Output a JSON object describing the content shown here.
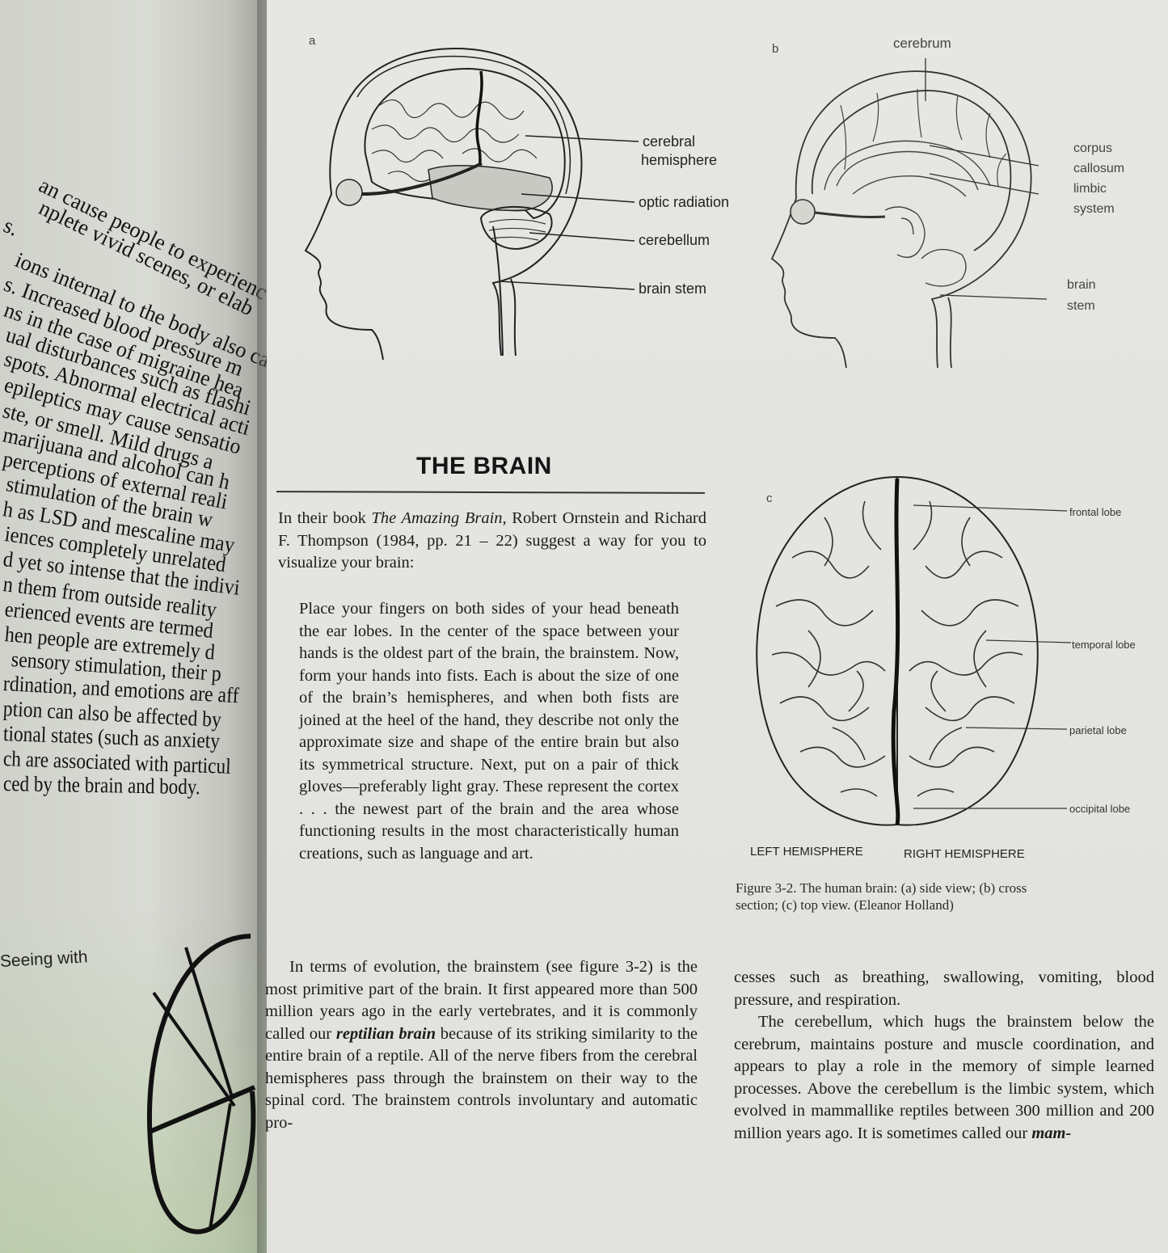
{
  "left_page": {
    "lines": [
      "an cause people to experienc",
      "nplete vivid scenes, or elab",
      "s.",
      "ions internal to the body also ca",
      "s. Increased blood pressure m",
      "ns in the case of migraine hea",
      "ual disturbances such as flashi",
      "spots. Abnormal electrical acti",
      "epileptics may cause sensatio",
      "ste, or smell. Mild drugs a",
      "marijuana and alcohol can h",
      "perceptions of external reali",
      "stimulation of the brain w",
      "h as LSD and mescaline may",
      "iences completely unrelated",
      "d yet so intense that the indivi",
      "n them from outside reality",
      "erienced events are termed",
      "hen people are extremely d",
      "sensory stimulation, their p",
      "rdination, and emotions are aff",
      "ption can also be affected by",
      "tional states (such as anxiety",
      "ch are associated with particul",
      "ced by the brain and body."
    ],
    "caption": "Seeing with",
    "icon": "circle-pie-icon"
  },
  "figure": {
    "a": {
      "letter": "a",
      "labels": [
        "cerebral",
        "hemisphere",
        "optic radiation",
        "cerebellum",
        "brain stem"
      ]
    },
    "b": {
      "letter": "b",
      "labels": [
        "cerebrum",
        "corpus",
        "callosum",
        "limbic",
        "system",
        "brain",
        "stem"
      ]
    },
    "c": {
      "letter": "c",
      "labels": [
        "frontal lobe",
        "temporal lobe",
        "parietal lobe",
        "occipital lobe"
      ],
      "left_hemisphere": "LEFT HEMISPHERE",
      "right_hemisphere": "RIGHT HEMISPHERE"
    },
    "caption_line1": "Figure 3-2. The human brain: (a) side view; (b) cross",
    "caption_line2": "section; (c) top view. (Eleanor Holland)"
  },
  "section": {
    "title": "THE BRAIN",
    "intro_a": "In their book ",
    "intro_book": "The Amazing Brain",
    "intro_b": ", Robert Ornstein and Richard F. Thompson (1984, pp. 21 – 22) suggest a way for you to visualize your brain:",
    "quote": "Place your fingers on both sides of your head beneath the ear lobes. In the center of the space between your hands is the oldest part of the brain, the brainstem. Now, form your hands into fists. Each is about the size of one of the brain’s hemispheres, and when both fists are joined at the heel of the hand, they describe not only the approximate size and shape of the entire brain but also its symmetrical structure. Next, put on a pair of thick gloves—preferably light gray. These represent the cortex . . . the newest part of the brain and the area whose functioning results in the most characteristically human creations, such as language and art.",
    "col1_a": "In terms of evolution, the brainstem (see figure 3-2) is the most primitive part of the brain. It first appeared more than 500 million years ago in the early vertebrates, and it is commonly called our ",
    "col1_term": "reptilian brain",
    "col1_b": " because of its striking similarity to the entire brain of a reptile. All of the nerve fibers from the cerebral hemispheres pass through the brainstem on their way to the spinal cord. The brainstem controls involuntary and automatic pro-",
    "col2_p1": "cesses such as breathing, swallowing, vomiting, blood pressure, and respiration.",
    "col2_p2_a": "The cerebellum, which hugs the brainstem below the cerebrum, maintains posture and muscle coordination, and appears to play a role in the memory of simple learned processes. Above the cerebellum is the limbic system, which evolved in mammallike reptiles between 300 million and 200 million years ago. It is sometimes called our ",
    "col2_term": "mam-"
  }
}
